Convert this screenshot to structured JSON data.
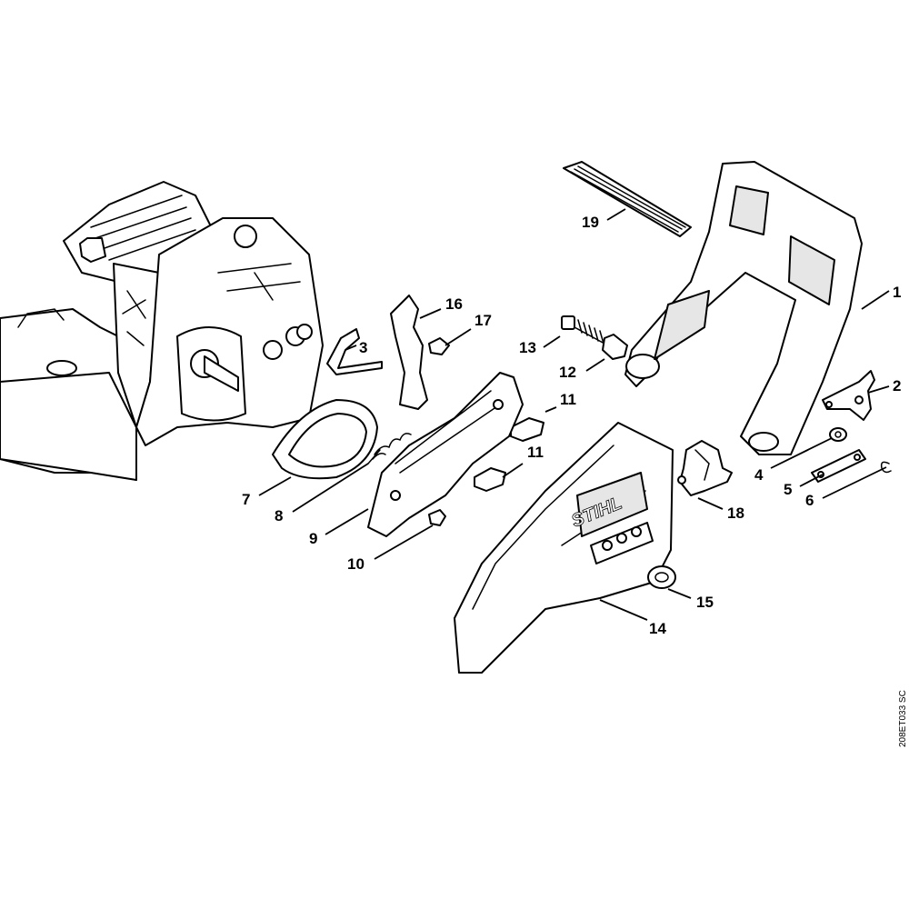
{
  "diagram": {
    "reference_code": "208ET033 SC",
    "brand_mark": "STIHL",
    "callouts": [
      {
        "id": "1",
        "label": "1"
      },
      {
        "id": "2",
        "label": "2"
      },
      {
        "id": "3",
        "label": "3"
      },
      {
        "id": "4",
        "label": "4"
      },
      {
        "id": "5",
        "label": "5"
      },
      {
        "id": "6",
        "label": "6"
      },
      {
        "id": "7",
        "label": "7"
      },
      {
        "id": "8",
        "label": "8"
      },
      {
        "id": "9",
        "label": "9"
      },
      {
        "id": "10",
        "label": "10"
      },
      {
        "id": "11a",
        "label": "11"
      },
      {
        "id": "11b",
        "label": "11"
      },
      {
        "id": "12",
        "label": "12"
      },
      {
        "id": "13",
        "label": "13"
      },
      {
        "id": "14",
        "label": "14"
      },
      {
        "id": "15",
        "label": "15"
      },
      {
        "id": "16",
        "label": "16"
      },
      {
        "id": "17",
        "label": "17"
      },
      {
        "id": "18",
        "label": "18"
      },
      {
        "id": "19",
        "label": "19"
      }
    ]
  }
}
